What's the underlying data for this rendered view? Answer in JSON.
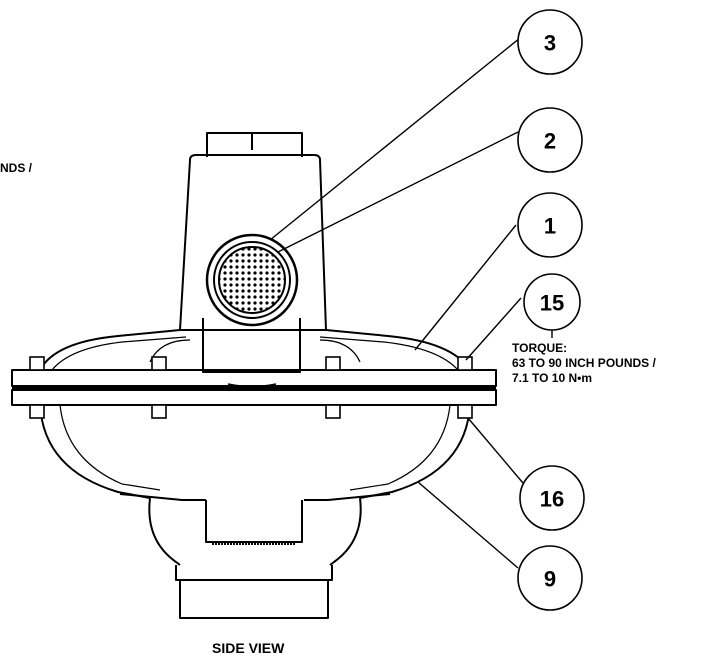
{
  "callouts": {
    "c3": "3",
    "c2": "2",
    "c1": "1",
    "c15": "15",
    "c16": "16",
    "c9": "9"
  },
  "torque_note": {
    "heading": "TORQUE:",
    "line1": "63 TO 90 INCH POUNDS /",
    "line2": "7.1 TO 10 N•m"
  },
  "left_fragment": "NDS /",
  "view_label": "SIDE VIEW"
}
